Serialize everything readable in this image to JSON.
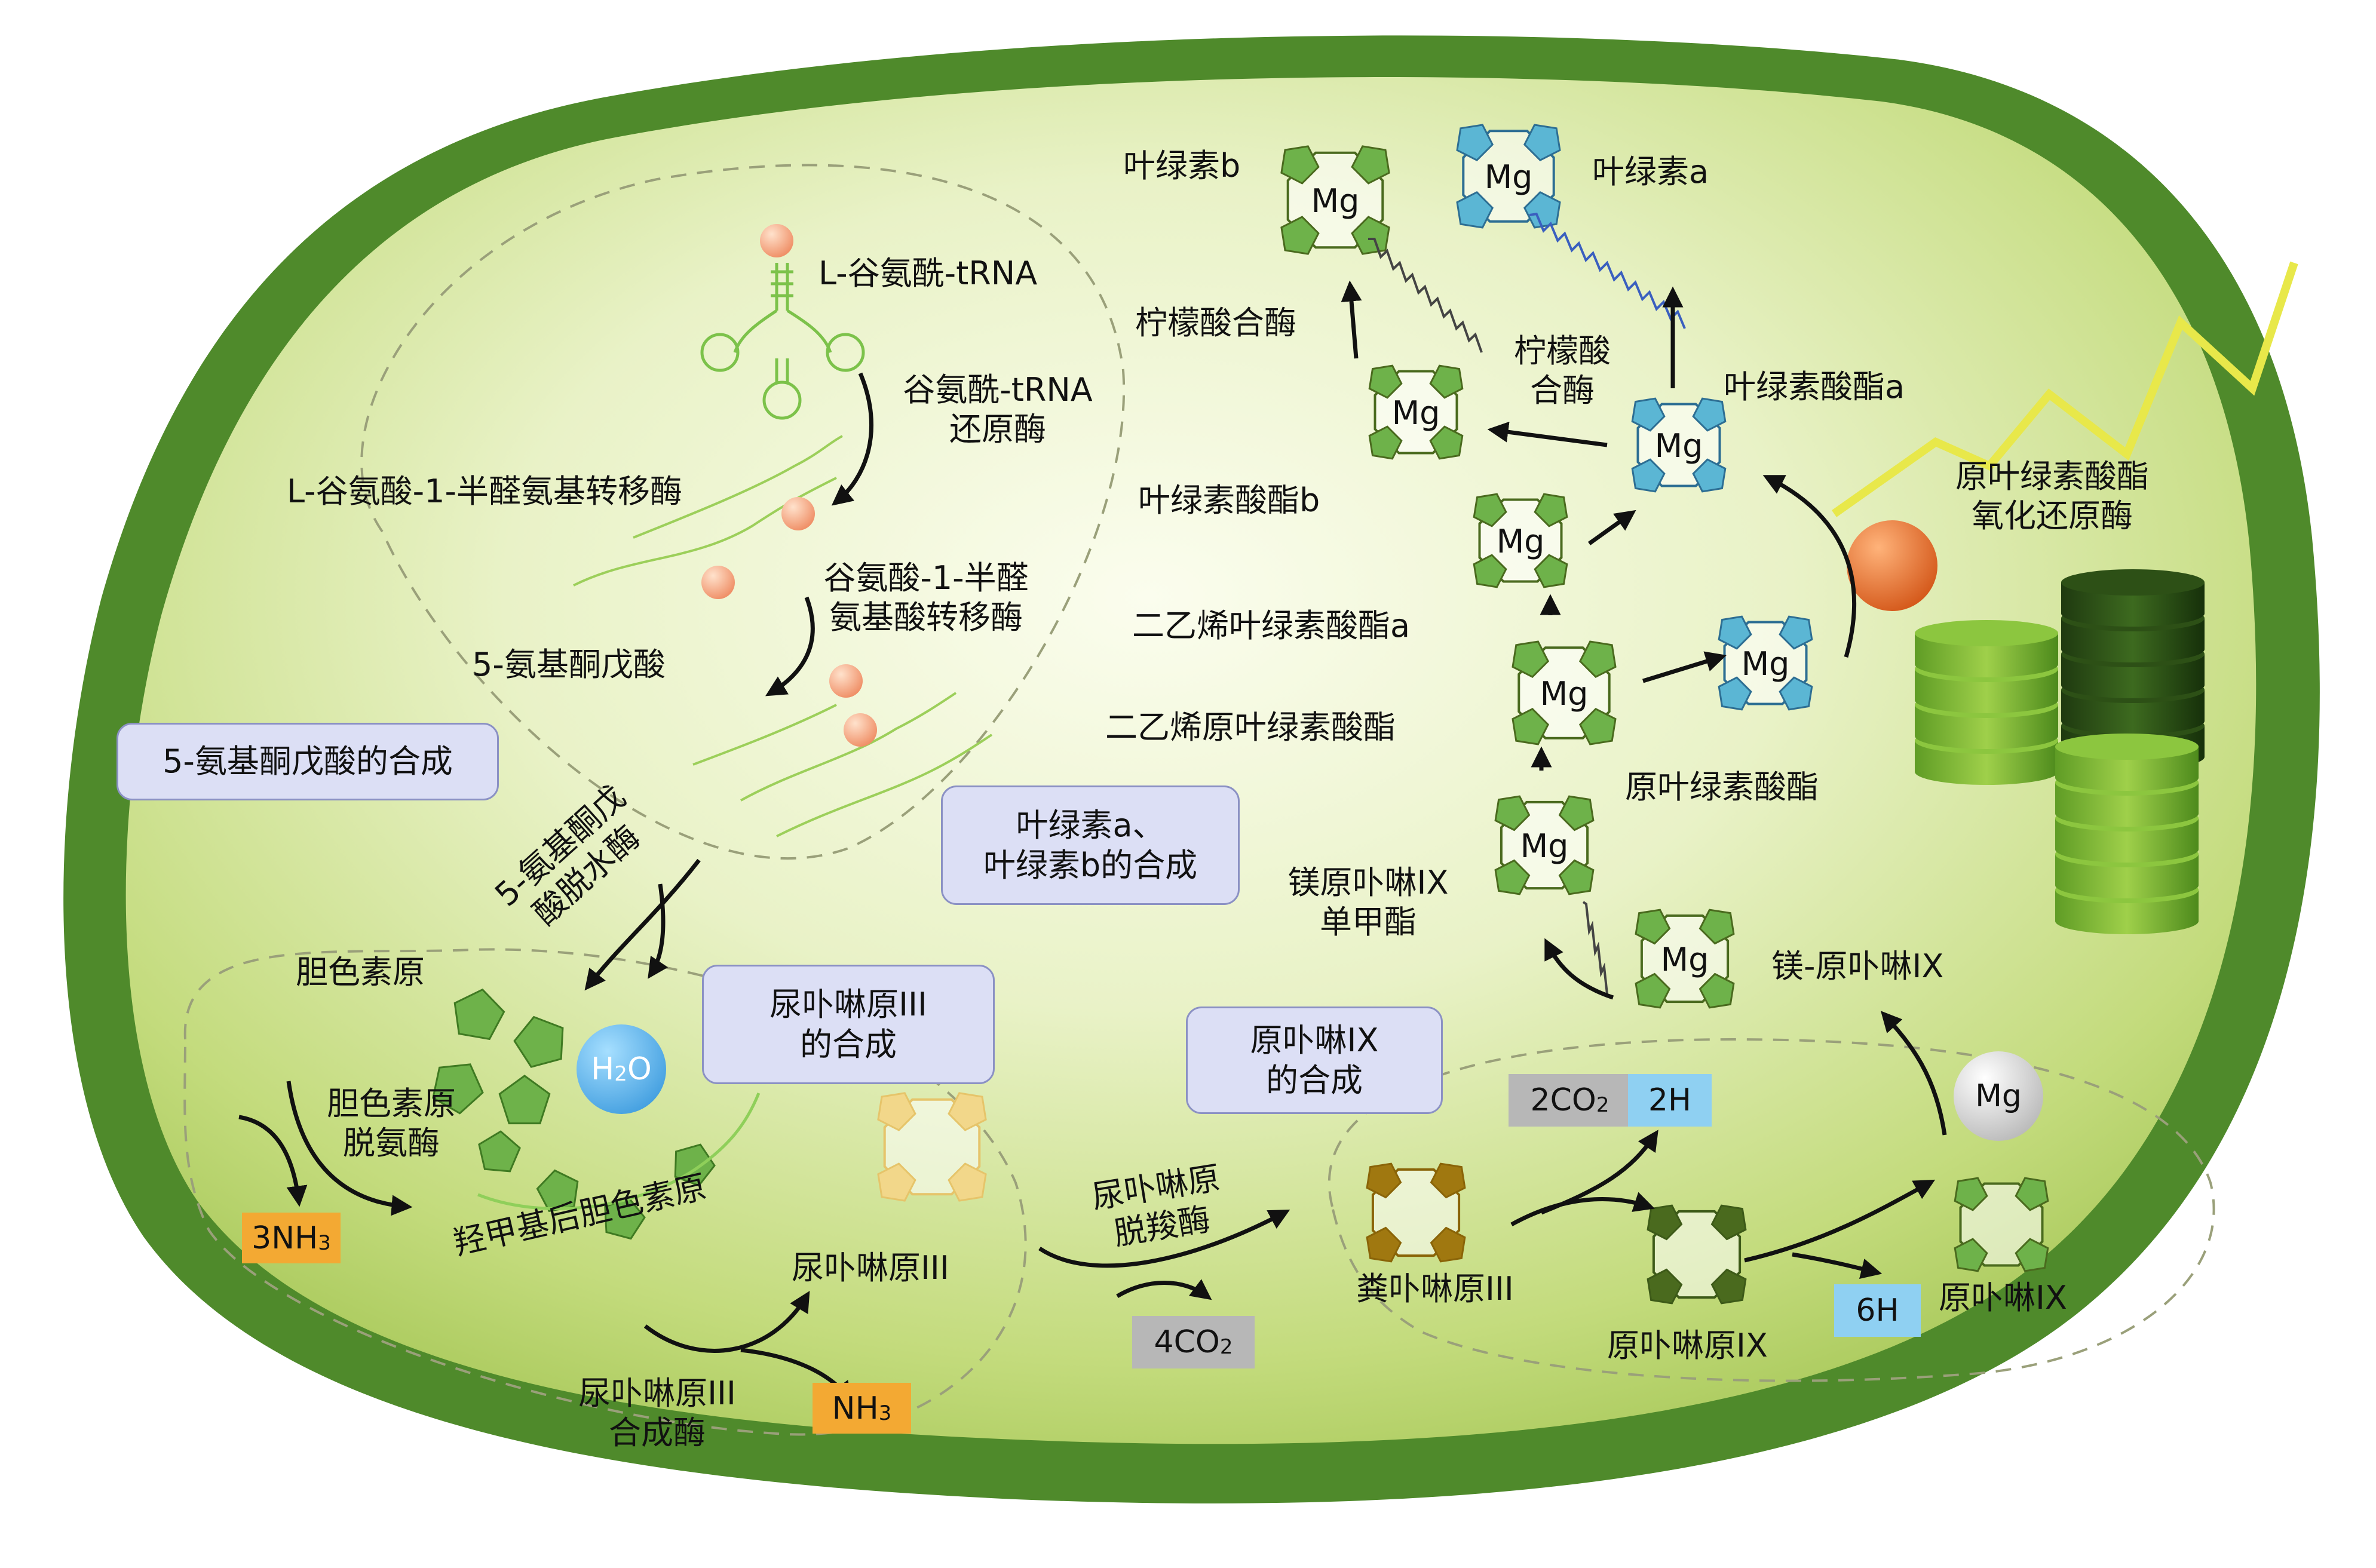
{
  "colors": {
    "cell_wall": "#4f8a2b",
    "cytoplasm": "#cfe393",
    "box_fill": "#dcdff5",
    "ring_green": "#6eb24a",
    "ring_blue": "#5bb6d4",
    "ring_brown": "#a07810",
    "ring_dark": "#4a6a1e",
    "ring_pale": "#f2d78a",
    "tag_orange": "#f3a933",
    "tag_gray": "#b7b7b7",
    "tag_blue": "#8fd0f2"
  },
  "icons": [
    "trna-icon",
    "amino-ball-icon",
    "pentagon-pyrrole-icon",
    "porphyrin-ring-icon",
    "chlorophyll-molecule-icon",
    "thylakoid-stack-icon",
    "enzyme-ball-icon",
    "light-bolt-icon",
    "water-drop-icon",
    "mg-ion-icon"
  ],
  "boxes": {
    "ala": "5-氨基酮戊酸的合成",
    "uro_l1": "尿卟啉原III",
    "uro_l2": "的合成",
    "proto_l1": "原卟啉IX",
    "proto_l2": "的合成",
    "chl_l1": "叶绿素a、",
    "chl_l2": "叶绿素b的合成"
  },
  "labels": {
    "chl_b": "叶绿素b",
    "chl_a": "叶绿素a",
    "l_glu_trna": "L-谷氨酰-tRNA",
    "glu_trna_reductase_l1": "谷氨酰-tRNA",
    "glu_trna_reductase_l2": "还原酶",
    "glu_aminotransferase": "L-谷氨酸-1-半醛氨基转移酶",
    "gsa_at_l1": "谷氨酸-1-半醛",
    "gsa_at_l2": "氨基酸转移酶",
    "ala": "5-氨基酮戊酸",
    "alad_l1": "5-氨基酮戊",
    "alad_l2": "酸脱水酶",
    "pbg": "胆色素原",
    "pbgd_l1": "胆色素原",
    "pbgd_l2": "脱氨酶",
    "hmb": "羟甲基后胆色素原",
    "uro_iii": "尿卟啉原III",
    "uros_l1": "尿卟啉原III",
    "uros_l2": "合成酶",
    "urod_l1": "尿卟啉原",
    "urod_l2": "脱羧酶",
    "copro_iii": "粪卟啉原III",
    "proto_ix_gen": "原卟啉原IX",
    "proto_ix": "原卟啉IX",
    "mg_proto_ix": "镁-原卟啉IX",
    "mg_proto_me_l1": "镁原卟啉IX",
    "mg_proto_me_l2": "单甲酯",
    "dv_pchlide": "二乙烯原叶绿素酸酯",
    "pchlide": "原叶绿素酸酯",
    "dv_chlide_a": "二乙烯叶绿素酸酯a",
    "chlide_b": "叶绿素酸酯b",
    "chlide_a": "叶绿素酸酯a",
    "citrate_synthase_left": "柠檬酸合酶",
    "citrate_syn_l1": "柠檬酸",
    "citrate_syn_l2": "合酶",
    "por_l1": "原叶绿素酸酯",
    "por_l2": "氧化还原酶"
  },
  "tags": {
    "nh3_3": {
      "pre": "3NH",
      "sub": "3"
    },
    "nh3": {
      "pre": "NH",
      "sub": "3"
    },
    "co2_4": {
      "pre": "4CO",
      "sub": "2"
    },
    "co2_2": {
      "pre": "2CO",
      "sub": "2"
    },
    "h2": "2H",
    "h6": "6H"
  },
  "balls": {
    "water": {
      "pre": "H",
      "sub": "2",
      "post": "O"
    },
    "mg_ion": "Mg"
  },
  "mg_label": "Mg"
}
